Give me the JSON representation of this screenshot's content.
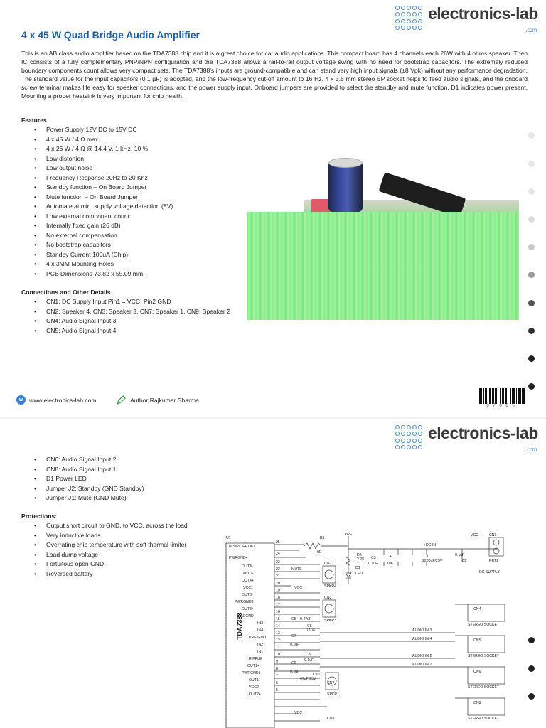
{
  "brand": {
    "name": "electronics-lab",
    "tld": ".com"
  },
  "page1": {
    "title": "4 x 45 W Quad Bridge Audio Amplifier",
    "intro": "This is an AB class audio amplifier based on the TDA7388 chip and it is a great choice for car audio applications. This compact board has 4 channels each 26W with 4 ohms speaker. Then IC consists of a fully complementary PNP/NPN configuration and the TDA7388 allows a rail-to-rail output voltage swing with no need for bootstrap capacitors. The extremely reduced boundary components count allows very compact sets. The TDA7388's inputs are ground-compatible and can stand very high input signals (±8 Vpk) without any performance degradation. The standard value for the input capacitors (0.1 µF) is adopted, and the low-frequency cut-off amount to 16 Hz. 4 x 3.5 mm stereo EP socket helps to feed audio signals, and the onboard screw terminal makes life easy for speaker connections, and the power supply input. Onboard jumpers are provided to select the standby and mute function. D1 indicates power present. Mounting a proper heatsink is very important for chip health.",
    "features_heading": "Features",
    "features": [
      "Power Supply 12V DC to 15V DC",
      "4 x 45 W / 4 Ω max.",
      "4 x 26 W / 4 Ω @ 14.4 V, 1 kHz, 10 %",
      "Low distortion",
      "Low output noise",
      "Frequency Response 20Hz to 20 Khz",
      "Standby function – On Board Jumper",
      "Mute function – On Board Jumper",
      "Automate at min. supply voltage detection (8V)",
      "Low external component count:",
      "Internally fixed gain (26 dB)",
      "No external compensation",
      "No bootstrap capacitors",
      "Standby Current 100uA (Chip)",
      "4 x 3MM Mounting Holes",
      "PCB Dimensions 73.82 x 55.09 mm"
    ],
    "connections_heading": "Connections and Other Details",
    "connections": [
      "CN1: DC Supply Input Pin1 = VCC, Pin2 GND",
      "CN2: Speaker 4, CN3: Speaker 3, CN7: Speaker 1, CN9: Speaker 2",
      "CN4: Audio Signal Input 3",
      "CN5: Audio Signal Input 4"
    ],
    "footer_website": "www.electronics-lab.com",
    "footer_author": "Author Rajkumar Sharma",
    "barcode_number": "0 7 0 0 5"
  },
  "page2": {
    "connections_cont": [
      "CN6: Audio Signal Input 2",
      "CN8: Audio Signal Input 1",
      "D1 Power LED",
      "Jumper J2: Standby (GND Standby)",
      "Jumper J1: Mute (GND Mute)"
    ],
    "protections_heading": "Protections:",
    "protections": [
      "Output short circuit to GND, to VCC, across the load",
      "Very inductive loads",
      "Overrating chip temperature with soft thermal limiter",
      "Load dump voltage",
      "Fortuitous open GND",
      "Reversed battery"
    ],
    "schematic": {
      "chip": "TDA7388",
      "ref": "U1",
      "pins": [
        {
          "n": "25",
          "label": "H-SW/OFF DET"
        },
        {
          "n": "24",
          "label": "PWRGND4"
        },
        {
          "n": "23",
          "label": "OUT4-"
        },
        {
          "n": "22",
          "label": "MUTE"
        },
        {
          "n": "21",
          "label": "OUT4+"
        },
        {
          "n": "20",
          "label": "VCC1"
        },
        {
          "n": "19",
          "label": "OUT3-"
        },
        {
          "n": "18",
          "label": "PWRGND3"
        },
        {
          "n": "17",
          "label": "OUT3+"
        },
        {
          "n": "16",
          "label": "ACGND"
        },
        {
          "n": "15",
          "label": "IN3"
        },
        {
          "n": "14",
          "label": "IN4"
        },
        {
          "n": "13",
          "label": "PRE-GND"
        },
        {
          "n": "12",
          "label": "IN2"
        },
        {
          "n": "11",
          "label": "IN1"
        },
        {
          "n": "10",
          "label": "RIPPLE"
        },
        {
          "n": "9",
          "label": "OUT1+"
        },
        {
          "n": "8",
          "label": "PWRGND1"
        },
        {
          "n": "7",
          "label": "OUT1-"
        },
        {
          "n": "6",
          "label": "VCC2"
        },
        {
          "n": "5",
          "label": "OUT2+"
        }
      ],
      "labels": {
        "r1": "R1",
        "r1_val": "0E",
        "r2": "R2",
        "r2_val": "2.2K",
        "vcc": "VCC",
        "c3": "C3",
        "c3_val": "0.1uF",
        "c4": "C4",
        "c4_val": "1uF",
        "c1": "C1",
        "c1_val": "2200uF/25V",
        "c2": "C2",
        "c2_val": "0.1uF",
        "dc_in": "+DC IN",
        "cn1": "CN1",
        "prt2": "PRT2",
        "dc_supply": "DC SUPPLY",
        "d1": "D1",
        "led": "LED",
        "mute": "MUTE",
        "cn2": "CN2",
        "spkr4": "SPKR4",
        "cn3": "CN3",
        "spkr3": "SPKR3",
        "ovcc": "VCC",
        "c5": "C5",
        "c5_val": "0.47uF",
        "c6": "C6",
        "c6_val": "0.1uF",
        "c7": "C7",
        "c7_val": "0.1uF",
        "c8": "C8",
        "c8_val": "0.1uF",
        "c9": "C9",
        "c9_val": "0.1uF",
        "c10": "C10",
        "c10_val": "47uF/25V",
        "cn7": "CN7",
        "spkr1": "SPKR1",
        "cn9": "CN9",
        "audio_in3": "AUDIO IN 3",
        "audio_in4": "AUDIO IN 4",
        "audio_in2": "AUDIO IN 2",
        "audio_in1": "AUDIO IN 1",
        "cn4": "CN4",
        "cn5": "CN5",
        "cn6": "CN6",
        "cn8": "CN8",
        "stereo_socket": "STEREO SOCKET"
      }
    }
  },
  "colors": {
    "title_blue": "#1a5fa8",
    "logo_blue": "#4a8ec9",
    "dot_light": "#e6e6e6",
    "dot_dark": "#222222"
  }
}
